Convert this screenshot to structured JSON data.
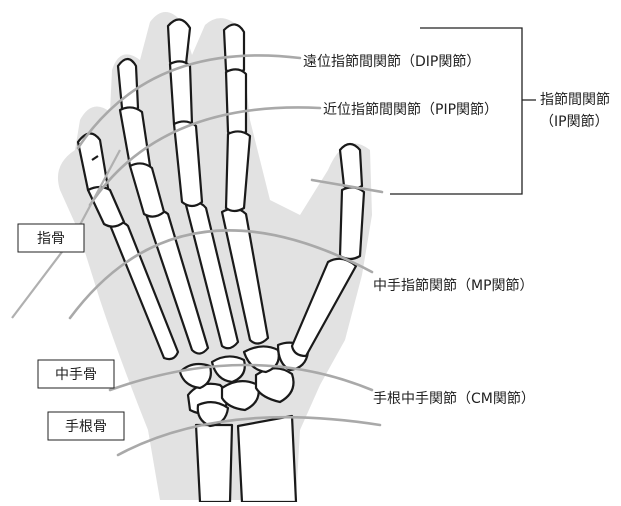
{
  "labels": {
    "dip": "遠位指節間関節（DIP関節）",
    "pip": "近位指節間関節（PIP関節）",
    "ip_line1": "指節間関節",
    "ip_line2": "（IP関節）",
    "mp": "中手指節関節（MP関節）",
    "cm": "手根中手関節（CM関節）",
    "phalanges": "指骨",
    "metacarpals": "中手骨",
    "carpals": "手根骨"
  },
  "colors": {
    "silhouette": "#e2e2e2",
    "bone_outline": "#1a1a1a",
    "guide_curve": "#a9a9a9",
    "text": "#222222"
  }
}
